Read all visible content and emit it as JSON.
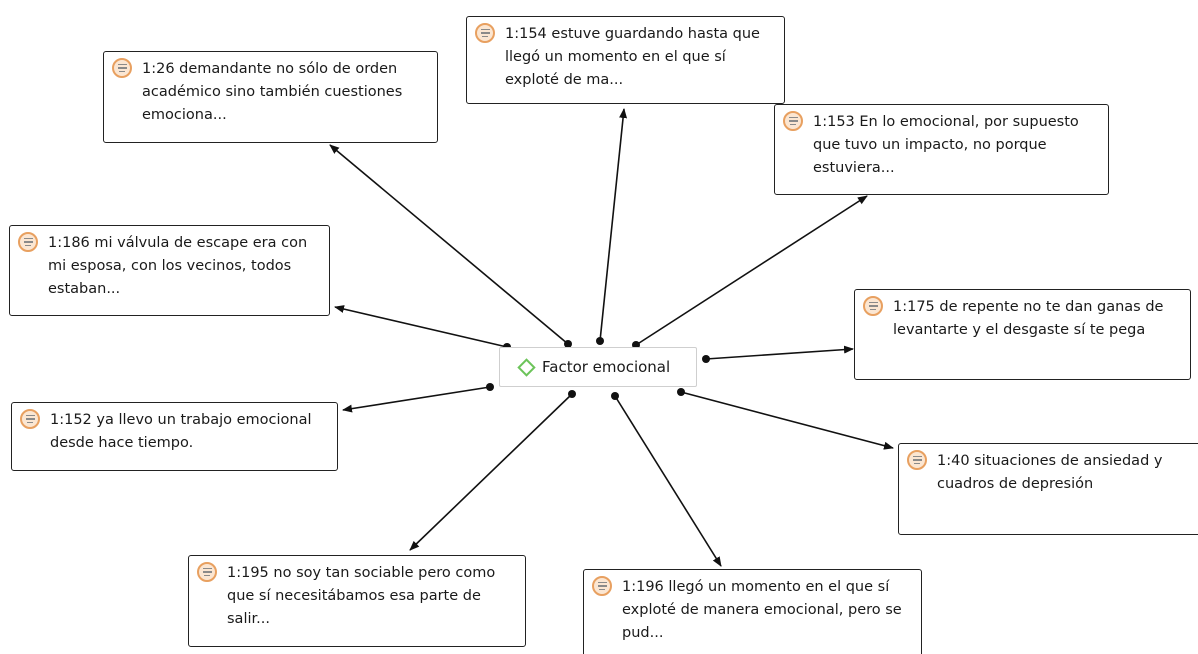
{
  "code": {
    "label": "Factor emocional",
    "icon": "diamond-code-icon",
    "icon_color": "#6cc45a"
  },
  "quote_icon": {
    "name": "quotation-document-icon",
    "color": "#e8a060"
  },
  "quotes": [
    {
      "id": "1:26",
      "text": "1:26 demandante no sólo de orden académico sino también cuestiones emociona..."
    },
    {
      "id": "1:154",
      "text": "1:154 estuve guardando hasta que llegó un momento en el que sí exploté de ma..."
    },
    {
      "id": "1:153",
      "text": "1:153 En lo emocional, por supuesto que tuvo un impacto, no porque estuviera..."
    },
    {
      "id": "1:186",
      "text": "1:186 mi válvula de escape era con mi esposa, con los vecinos, todos estaban..."
    },
    {
      "id": "1:175",
      "text": "1:175 de repente no te dan ganas de levantarte y el desgaste sí te pega"
    },
    {
      "id": "1:152",
      "text": "1:152 ya llevo un trabajo emocional desde hace tiempo."
    },
    {
      "id": "1:40",
      "text": "1:40 situaciones de ansiedad y cuadros de depresión"
    },
    {
      "id": "1:195",
      "text": "1:195 no soy tan sociable pero como que sí necesitábamos esa parte de salir..."
    },
    {
      "id": "1:196",
      "text": "1:196 llegó un momento en el que sí exploté de manera emocional, pero se pud..."
    }
  ]
}
